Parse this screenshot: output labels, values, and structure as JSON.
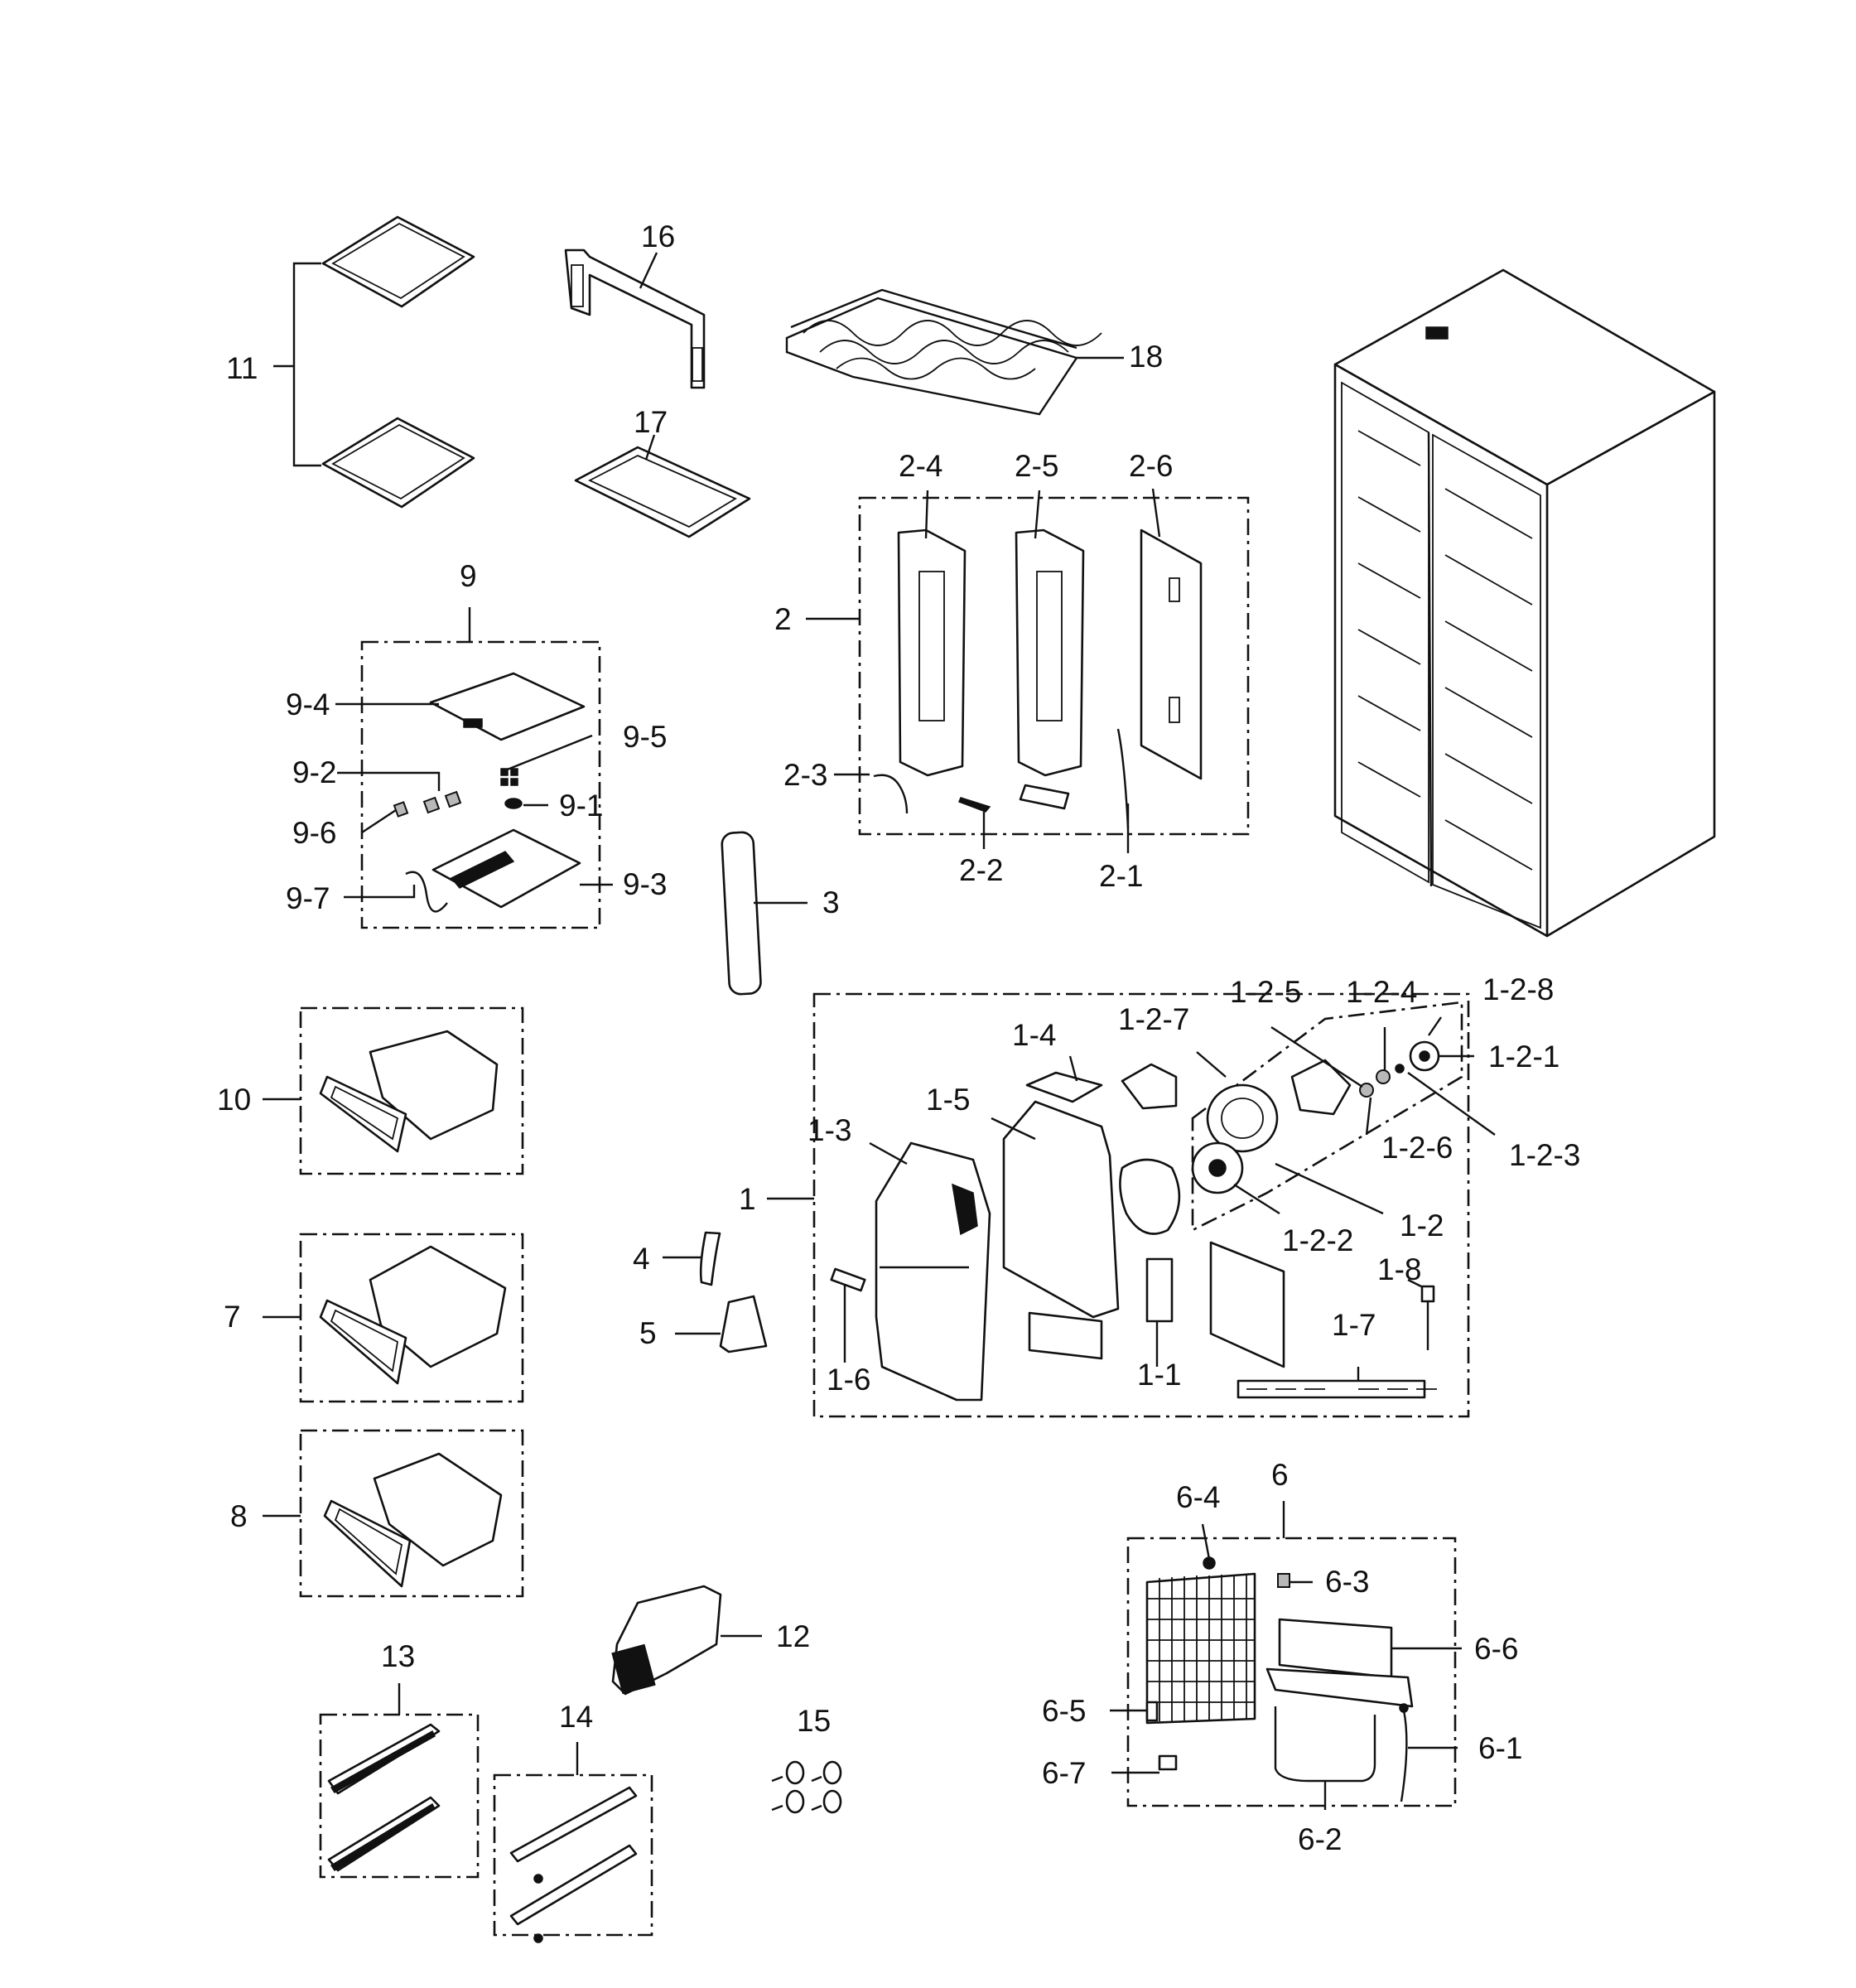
{
  "labels": {
    "p1": "1",
    "p1_1": "1-1",
    "p1_2": "1-2",
    "p1_2_1": "1-2-1",
    "p1_2_2": "1-2-2",
    "p1_2_3": "1-2-3",
    "p1_2_4": "1-2-4",
    "p1_2_5": "1-2-5",
    "p1_2_6": "1-2-6",
    "p1_2_7": "1-2-7",
    "p1_2_8": "1-2-8",
    "p1_3": "1-3",
    "p1_4": "1-4",
    "p1_5": "1-5",
    "p1_6": "1-6",
    "p1_7": "1-7",
    "p1_8": "1-8",
    "p2": "2",
    "p2_1": "2-1",
    "p2_2": "2-2",
    "p2_3": "2-3",
    "p2_4": "2-4",
    "p2_5": "2-5",
    "p2_6": "2-6",
    "p3": "3",
    "p4": "4",
    "p5": "5",
    "p6": "6",
    "p6_1": "6-1",
    "p6_2": "6-2",
    "p6_3": "6-3",
    "p6_4": "6-4",
    "p6_5": "6-5",
    "p6_6": "6-6",
    "p6_7": "6-7",
    "p7": "7",
    "p8": "8",
    "p9": "9",
    "p9_1": "9-1",
    "p9_2": "9-2",
    "p9_3": "9-3",
    "p9_4": "9-4",
    "p9_5": "9-5",
    "p9_6": "9-6",
    "p9_7": "9-7",
    "p10": "10",
    "p11": "11",
    "p12": "12",
    "p13": "13",
    "p14": "14",
    "p15": "15",
    "p16": "16",
    "p17": "17",
    "p18": "18"
  }
}
